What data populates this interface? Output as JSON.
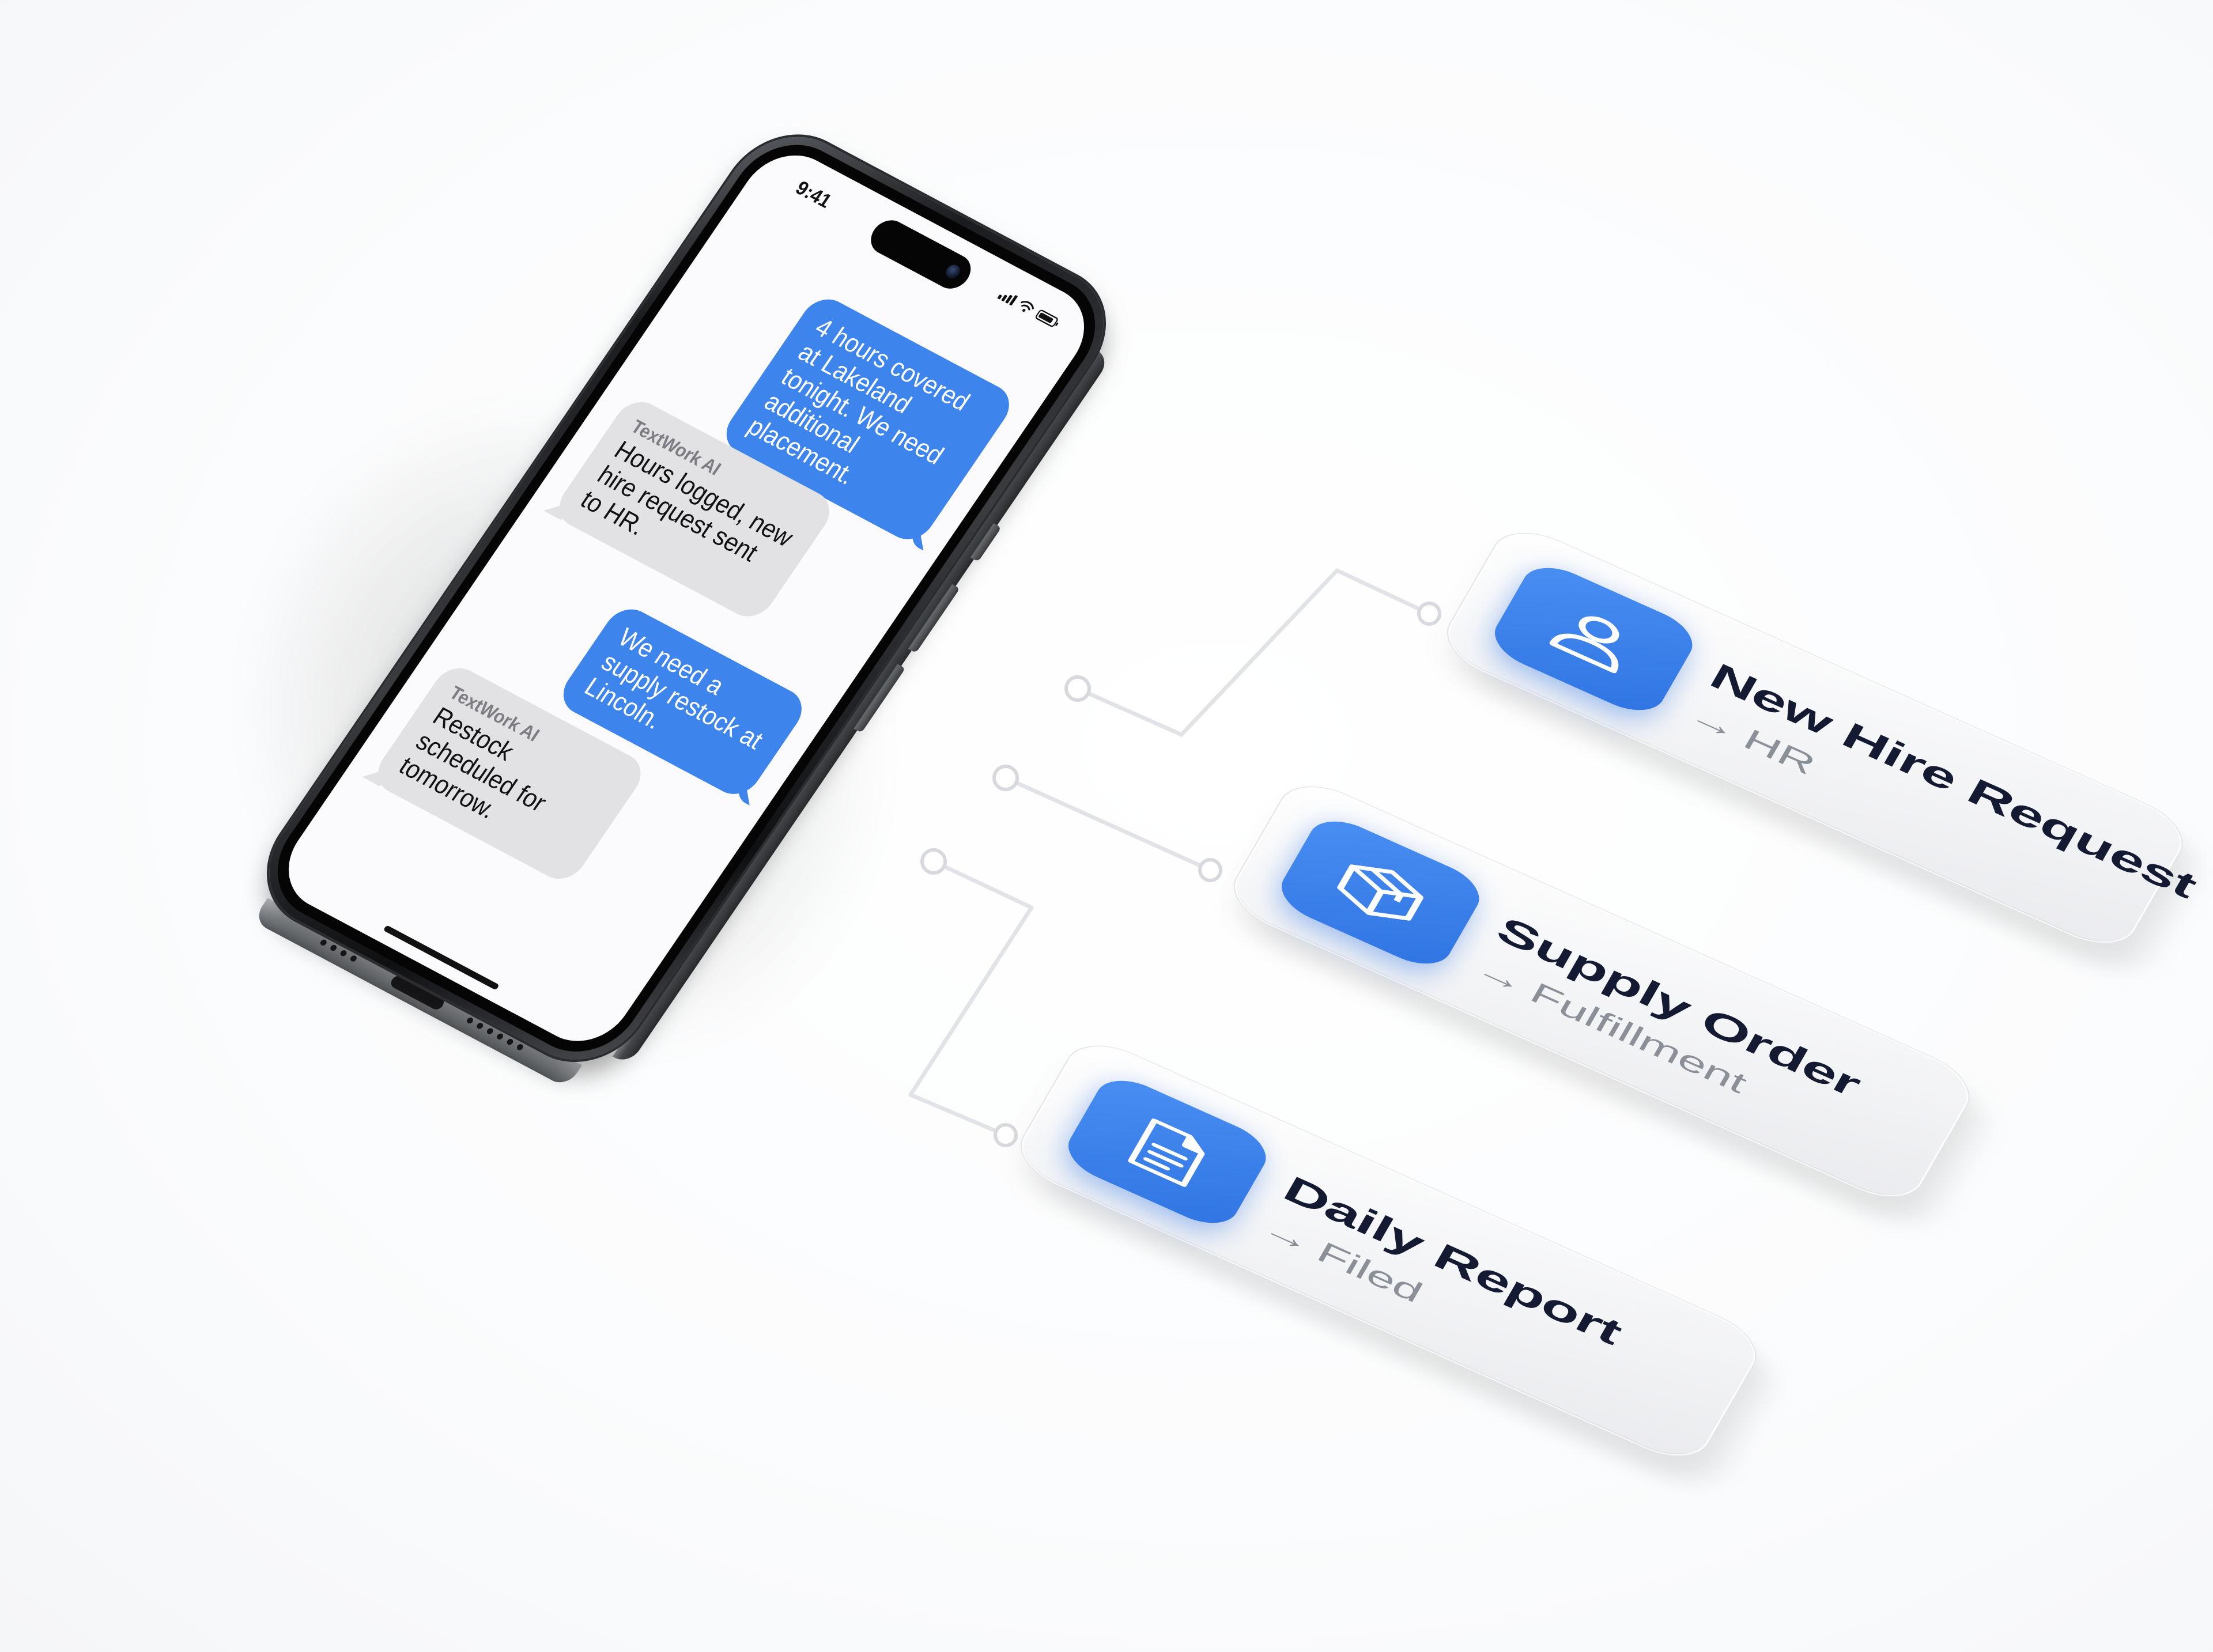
{
  "status_bar": {
    "time": "9:41"
  },
  "chat": {
    "messages": [
      {
        "direction": "outgoing",
        "text": "4 hours covered at Lakeland tonight. We need additional placement."
      },
      {
        "direction": "incoming",
        "sender": "TextWork AI",
        "text": "Hours logged, new hire request sent to HR."
      },
      {
        "direction": "outgoing",
        "text": "We need a supply restock at Lincoln."
      },
      {
        "direction": "incoming",
        "sender": "TextWork AI",
        "text": "Restock scheduled for tomorrow."
      }
    ]
  },
  "workflow_cards": [
    {
      "title": "New Hire Request",
      "arrow": "→",
      "destination": "HR",
      "icon": "person-icon"
    },
    {
      "title": "Supply Order",
      "arrow": "→",
      "destination": "Fulfillment",
      "icon": "package-box-icon"
    },
    {
      "title": "Daily Report",
      "arrow": "→",
      "destination": "Filed",
      "icon": "document-icon"
    }
  ],
  "colors": {
    "accent_blue": "#3d84ec",
    "incoming_bubble": "#e2e2e5",
    "card_title": "#151a33",
    "card_subtitle": "#8b8f97"
  }
}
